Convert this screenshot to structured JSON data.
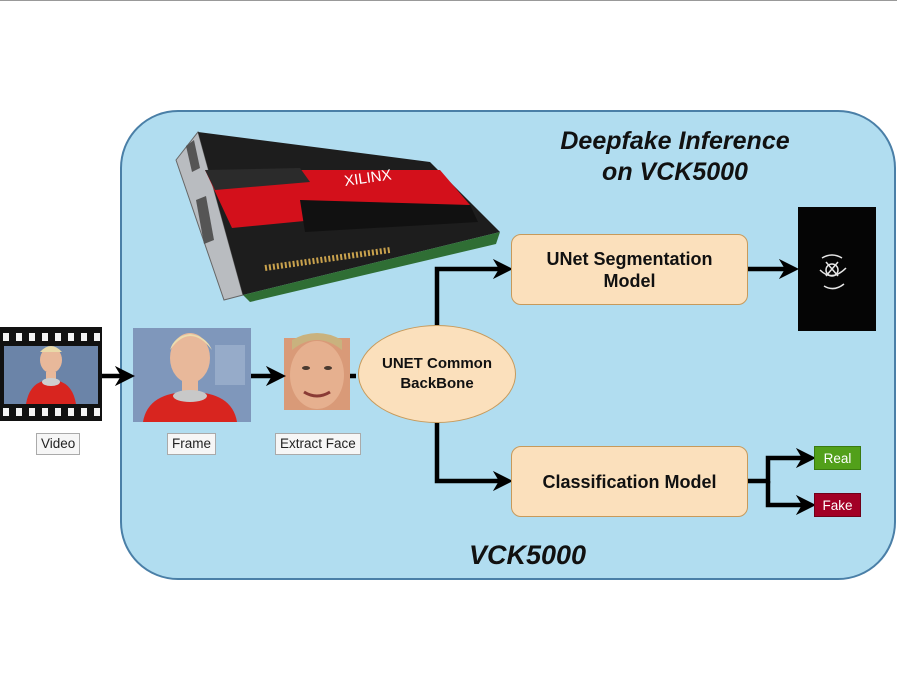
{
  "title": {
    "line1": "Deepfake Inference",
    "line2": "on VCK5000"
  },
  "footer": "VCK5000",
  "card_brand": "XILINX",
  "captions": {
    "video": "Video",
    "frame": "Frame",
    "face": "Extract Face"
  },
  "backbone": {
    "line1": "UNET Common",
    "line2": "BackBone"
  },
  "segmentation": {
    "line1": "UNet Segmentation",
    "line2": "Model"
  },
  "classification": "Classification Model",
  "outputs": {
    "real": "Real",
    "fake": "Fake"
  },
  "colors": {
    "panel": "#b1ddf0",
    "panel_border": "#4a7fa7",
    "box": "#fbe0bc",
    "real": "#52a01a",
    "fake": "#a20025",
    "card_red": "#d3101b"
  }
}
